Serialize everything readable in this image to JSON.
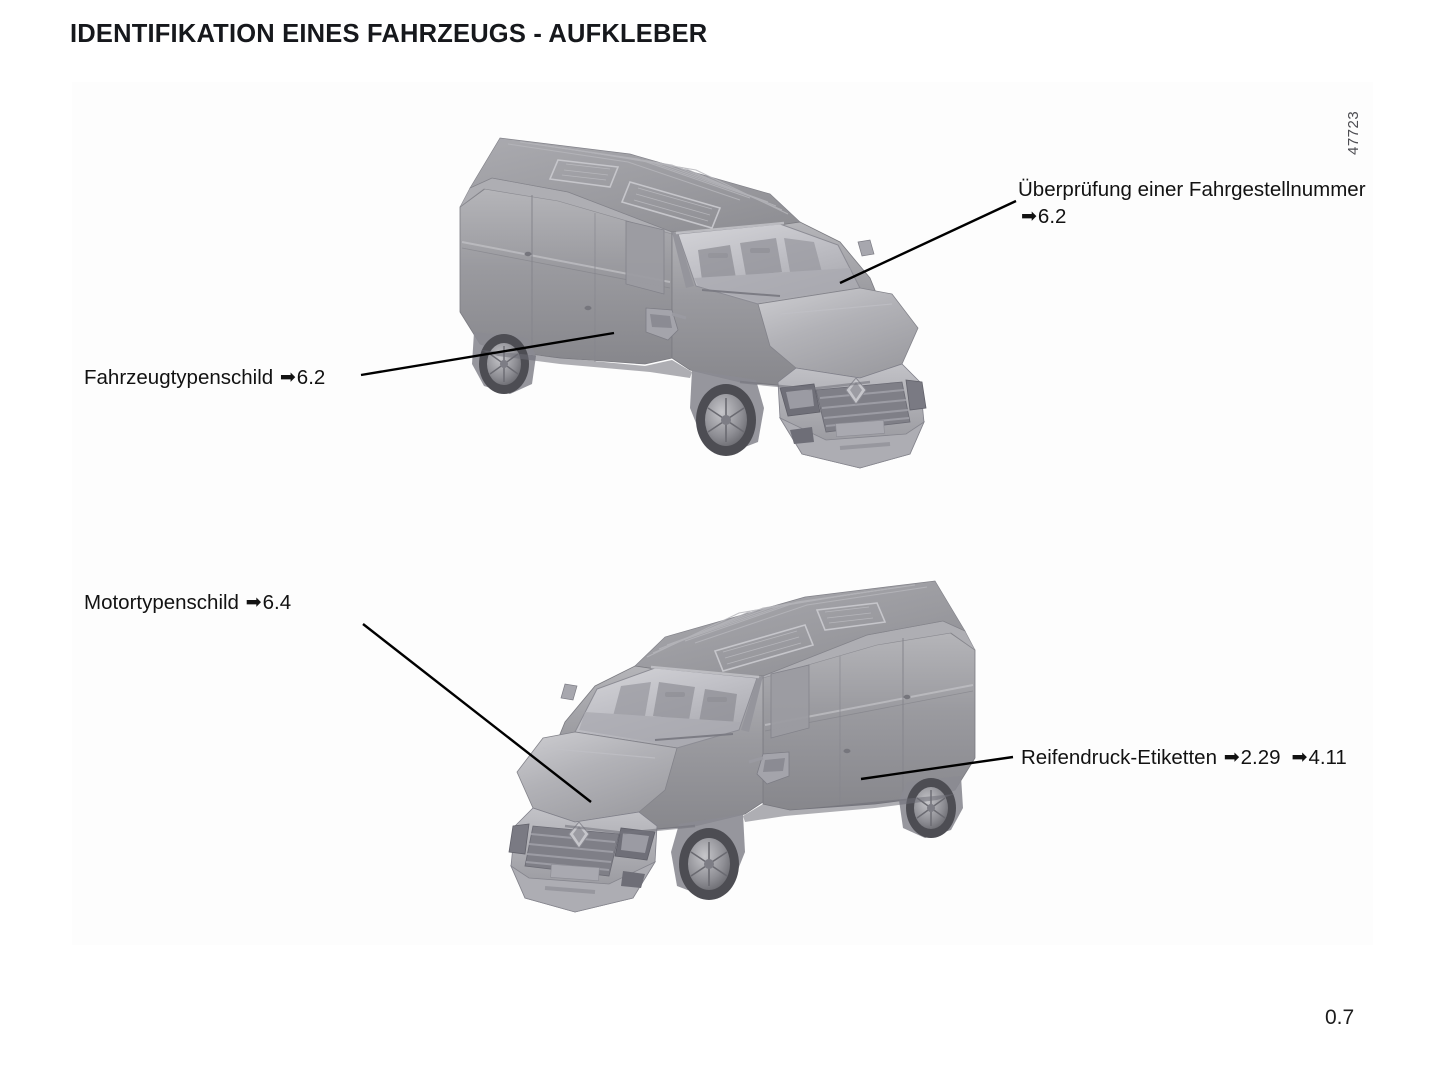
{
  "page": {
    "title": "IDENTIFIKATION EINES FAHRZEUGS - AUFKLEBER",
    "figure_reference": "47723",
    "page_number": "0.7",
    "background_color": "#ffffff",
    "panel_color": "#fdfdfd",
    "text_color": "#121212",
    "line_color": "#000000",
    "vehicle_body_color": "#9d9da2"
  },
  "callouts": [
    {
      "id": "chassis-number",
      "line1": "Überprüfung einer Fahrgestellnummer",
      "arrow": "➡",
      "ref1": "6.2",
      "position": "top-right"
    },
    {
      "id": "vehicle-plate",
      "line1": "Fahrzeugtypenschild",
      "arrow": "➡",
      "ref1": "6.2",
      "position": "middle-left"
    },
    {
      "id": "engine-plate",
      "line1": "Motortypenschild",
      "arrow": "➡",
      "ref1": "6.4",
      "position": "lower-left"
    },
    {
      "id": "tyre-pressure",
      "line1": "Reifendruck-Etiketten",
      "arrow": "➡",
      "ref1": "2.29",
      "arrow2": "➡",
      "ref2": "4.11",
      "position": "lower-right"
    }
  ],
  "icons": {
    "arrow_right": "➡"
  },
  "vehicles": [
    {
      "id": "van-front-left",
      "description": "Renault Master high-roof panel van, three-quarter view from front left",
      "label_anchors": [
        "chassis-number",
        "vehicle-plate"
      ]
    },
    {
      "id": "van-front-right",
      "description": "Renault Master high-roof panel van, three-quarter view from front right",
      "label_anchors": [
        "engine-plate",
        "tyre-pressure"
      ]
    }
  ]
}
